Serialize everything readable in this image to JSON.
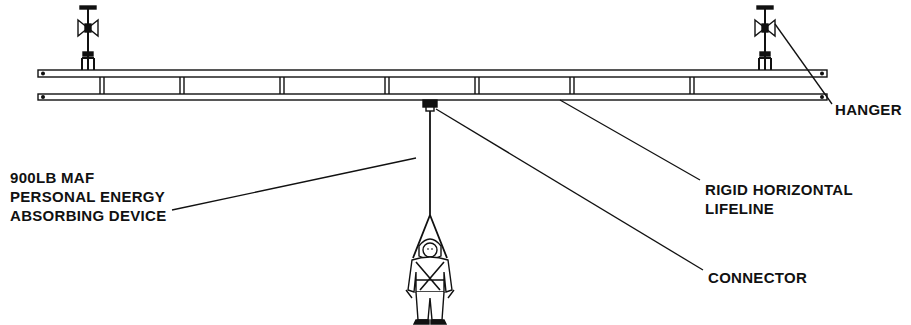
{
  "diagram": {
    "labels": [
      "HANGER",
      "900LB MAF PERSONAL ENERGY ABSORBING DEVICE",
      "RIGID HORIZONTAL LIFELINE",
      "CONNECTOR"
    ]
  }
}
